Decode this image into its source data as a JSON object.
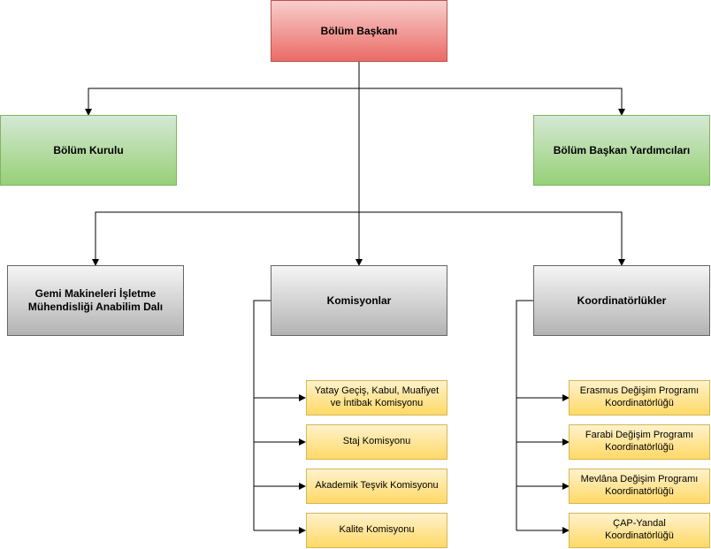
{
  "colors": {
    "head": "#ea6b66",
    "council": "#97d077",
    "unit": "#b3b3b3",
    "sub": "#ffd966",
    "line": "#000000"
  },
  "nodes": {
    "head": "Bölüm Başkanı",
    "council": "Bölüm Kurulu",
    "deputies": "Bölüm Başkan Yardımcıları",
    "division": "Gemi Makineleri İşletme\nMühendisliği Anabilim Dalı",
    "commissions": "Komisyonlar",
    "coordinatorships": "Koordinatörlükler"
  },
  "commission_items": [
    "Yatay Geçiş, Kabul, Muafiyet\nve İntibak Komisyonu",
    "Staj Komisyonu",
    "Akademik Teşvik Komisyonu",
    "Kalite Komisyonu"
  ],
  "coordinator_items": [
    "Erasmus Değişim Programı\nKoordinatörlüğü",
    "Farabi Değişim Programı\nKoordinatörlüğü",
    "Mevlâna Değişim Programı\nKoordinatörlüğü",
    "ÇAP-Yandal\nKoordinatörlüğü"
  ]
}
